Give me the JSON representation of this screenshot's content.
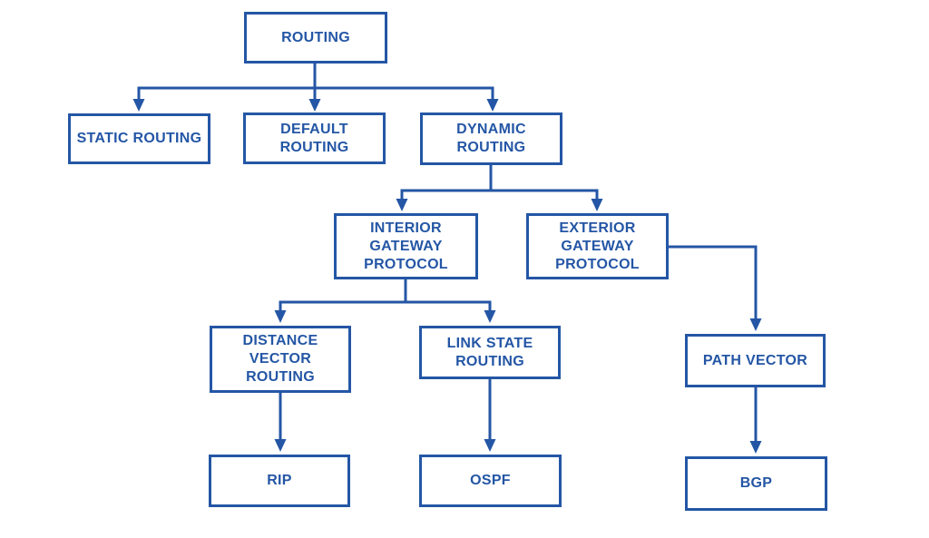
{
  "diagram": {
    "type": "flowchart",
    "colors": {
      "line": "#2456a5",
      "text": "#2456a5",
      "background": "#ffffff"
    },
    "nodes": [
      {
        "id": "routing",
        "label": "ROUTING"
      },
      {
        "id": "static-routing",
        "label": "STATIC ROUTING"
      },
      {
        "id": "default-routing",
        "label": "DEFAULT\nROUTING"
      },
      {
        "id": "dynamic-routing",
        "label": "DYNAMIC\nROUTING"
      },
      {
        "id": "interior-gateway-protocol",
        "label": "INTERIOR\nGATEWAY\nPROTOCOL"
      },
      {
        "id": "exterior-gateway-protocol",
        "label": "EXTERIOR\nGATEWAY\nPROTOCOL"
      },
      {
        "id": "distance-vector-routing",
        "label": "DISTANCE\nVECTOR\nROUTING"
      },
      {
        "id": "link-state-routing",
        "label": "LINK STATE\nROUTING"
      },
      {
        "id": "path-vector",
        "label": "PATH VECTOR"
      },
      {
        "id": "rip",
        "label": "RIP"
      },
      {
        "id": "ospf",
        "label": "OSPF"
      },
      {
        "id": "bgp",
        "label": "BGP"
      }
    ],
    "edges": [
      {
        "from": "routing",
        "to": "static-routing"
      },
      {
        "from": "routing",
        "to": "default-routing"
      },
      {
        "from": "routing",
        "to": "dynamic-routing"
      },
      {
        "from": "dynamic-routing",
        "to": "interior-gateway-protocol"
      },
      {
        "from": "dynamic-routing",
        "to": "exterior-gateway-protocol"
      },
      {
        "from": "interior-gateway-protocol",
        "to": "distance-vector-routing"
      },
      {
        "from": "interior-gateway-protocol",
        "to": "link-state-routing"
      },
      {
        "from": "exterior-gateway-protocol",
        "to": "path-vector"
      },
      {
        "from": "distance-vector-routing",
        "to": "rip"
      },
      {
        "from": "link-state-routing",
        "to": "ospf"
      },
      {
        "from": "path-vector",
        "to": "bgp"
      }
    ]
  }
}
